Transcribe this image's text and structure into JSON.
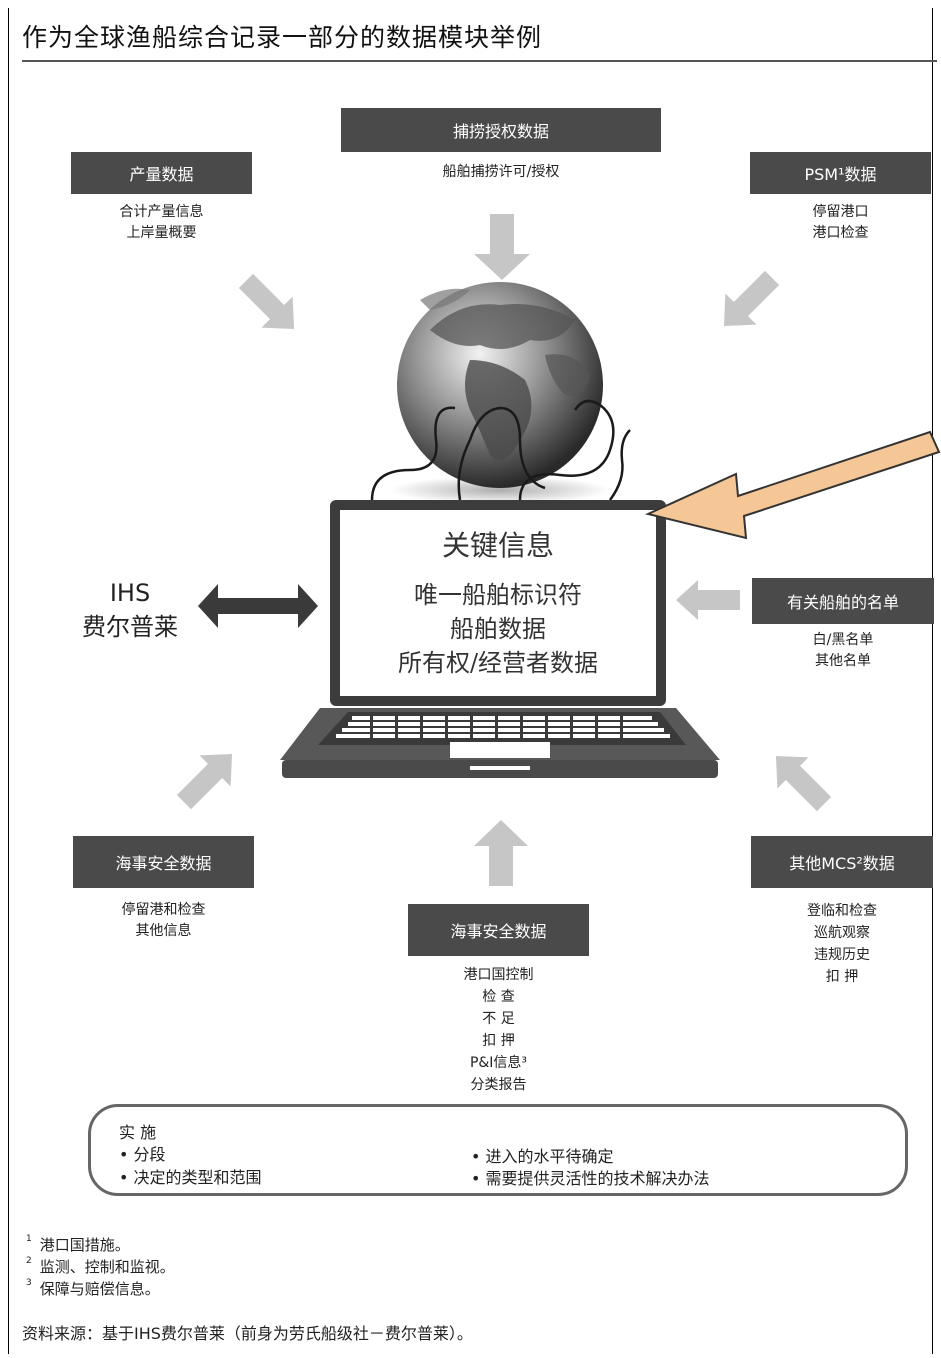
{
  "title": "作为全球渔船综合记录一部分的数据模块举例",
  "top_center": {
    "header": "捕捞授权数据",
    "lines": [
      "船舶捕捞许可/授权"
    ]
  },
  "top_left": {
    "header": "产量数据",
    "lines": [
      "合计产量信息",
      "上岸量概要"
    ]
  },
  "top_right": {
    "header": "PSM¹数据",
    "lines": [
      "停留港口",
      "港口检查"
    ]
  },
  "ihs": {
    "lines": [
      "IHS",
      "费尔普莱"
    ]
  },
  "laptop": {
    "heading": "关键信息",
    "lines": [
      "唯一船舶标识符",
      "船舶数据",
      "所有权/经营者数据"
    ]
  },
  "mid_right": {
    "header": "有关船舶的名单",
    "lines": [
      "白/黑名单",
      "其他名单"
    ]
  },
  "bottom_left": {
    "header": "海事安全数据",
    "lines": [
      "停留港和检查",
      "其他信息"
    ]
  },
  "bottom_center": {
    "header": "海事安全数据",
    "lines": [
      "港口国控制",
      "检 查",
      "不 足",
      "扣 押",
      "P&I信息³",
      "分类报告"
    ]
  },
  "bottom_right": {
    "header": "其他MCS²数据",
    "lines": [
      "登临和检查",
      "巡航观察",
      "违规历史",
      "扣 押"
    ]
  },
  "implementation": {
    "heading": "实 施",
    "left": [
      "• 分段",
      "• 决定的类型和范围"
    ],
    "right": [
      "• 进入的水平待确定",
      "• 需要提供灵活性的技术解决办法"
    ]
  },
  "footnotes": [
    {
      "mark": "1",
      "text": "港口国措施。"
    },
    {
      "mark": "2",
      "text": "监测、控制和监视。"
    },
    {
      "mark": "3",
      "text": "保障与赔偿信息。"
    }
  ],
  "source": "资料来源：基于IHS费尔普莱（前身为劳氏船级社－费尔普莱）。",
  "colors": {
    "header_box": "#4a4a4a",
    "arrow_gray": "#c6c6c6",
    "pointer_arrow": "#f6c796",
    "pointer_outline": "#333333"
  }
}
